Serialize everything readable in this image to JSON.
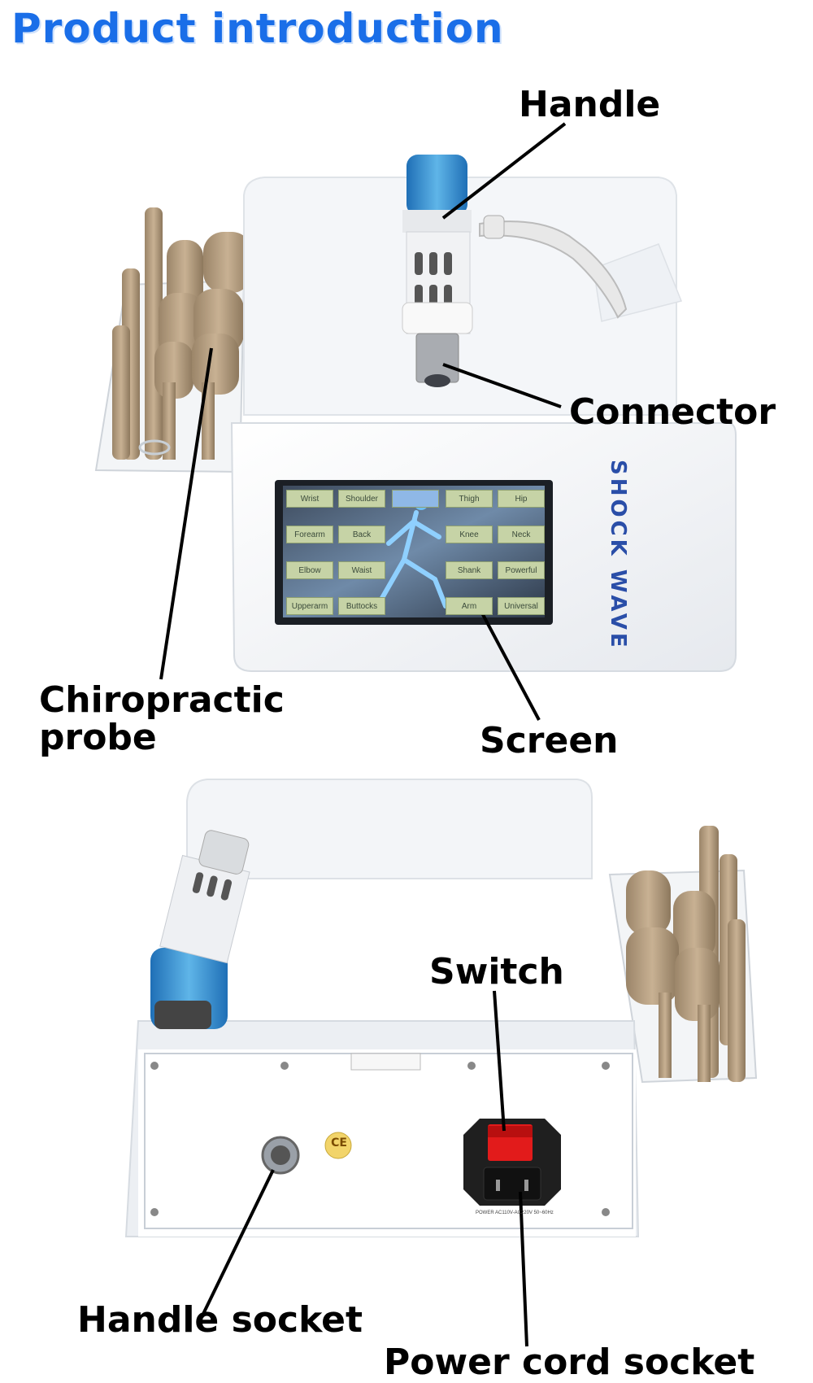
{
  "title": "Product introduction",
  "labels": {
    "handle": "Handle",
    "connector": "Connector",
    "chiropractic_probe": "Chiropractic probe",
    "screen": "Screen",
    "switch": "Switch",
    "handle_socket": "Handle socket",
    "power_cord_socket": "Power cord socket"
  },
  "device_text": "SHOCK WAVE",
  "screen_buttons": [
    "Wrist",
    "Shoulder",
    "",
    "Thigh",
    "Hip",
    "Forearm",
    "Back",
    "Knee",
    "Neck",
    "Elbow",
    "Waist",
    "Shank",
    "Powerful",
    "Upperarm",
    "Buttocks",
    "Arm",
    "Universal"
  ],
  "mark": "CE",
  "power_text": "POWER AC110V-AC220V 50~60Hz"
}
